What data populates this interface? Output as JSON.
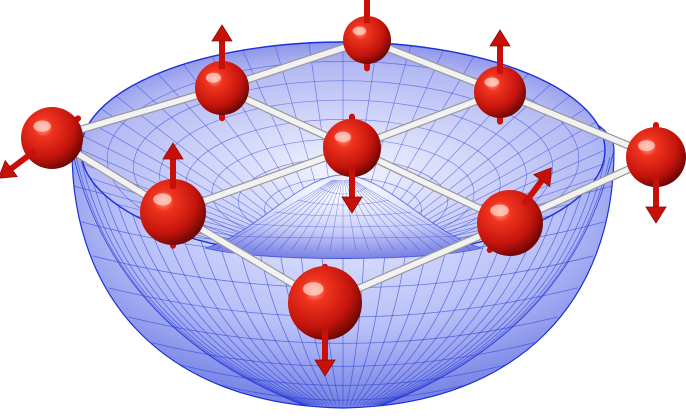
{
  "figure": {
    "description_visible_text": "",
    "colors": {
      "bowl_fill": "#6f7be8",
      "bowl_fill_light": "#dfe3ff",
      "bowl_mesh": "#1b2fd6",
      "sphere": "#e01a12",
      "sphere_dark": "#8a0a06",
      "sphere_highlight": "#ff8f7a",
      "arrow": "#c81009",
      "bond": "#f2f2f2",
      "bond_edge": "#9a9a9a"
    },
    "lattice": {
      "rows": 3,
      "cols": 3,
      "spin_directions": [
        "down-left",
        "up",
        "up",
        "up",
        "down",
        "up",
        "down",
        "up-right",
        "down"
      ]
    },
    "icons": {
      "potential_surface": "mexican-hat-bowl",
      "spin_site": "spin-sphere-icon",
      "spin_vector": "spin-arrow-icon",
      "bond": "bond-rod"
    }
  }
}
